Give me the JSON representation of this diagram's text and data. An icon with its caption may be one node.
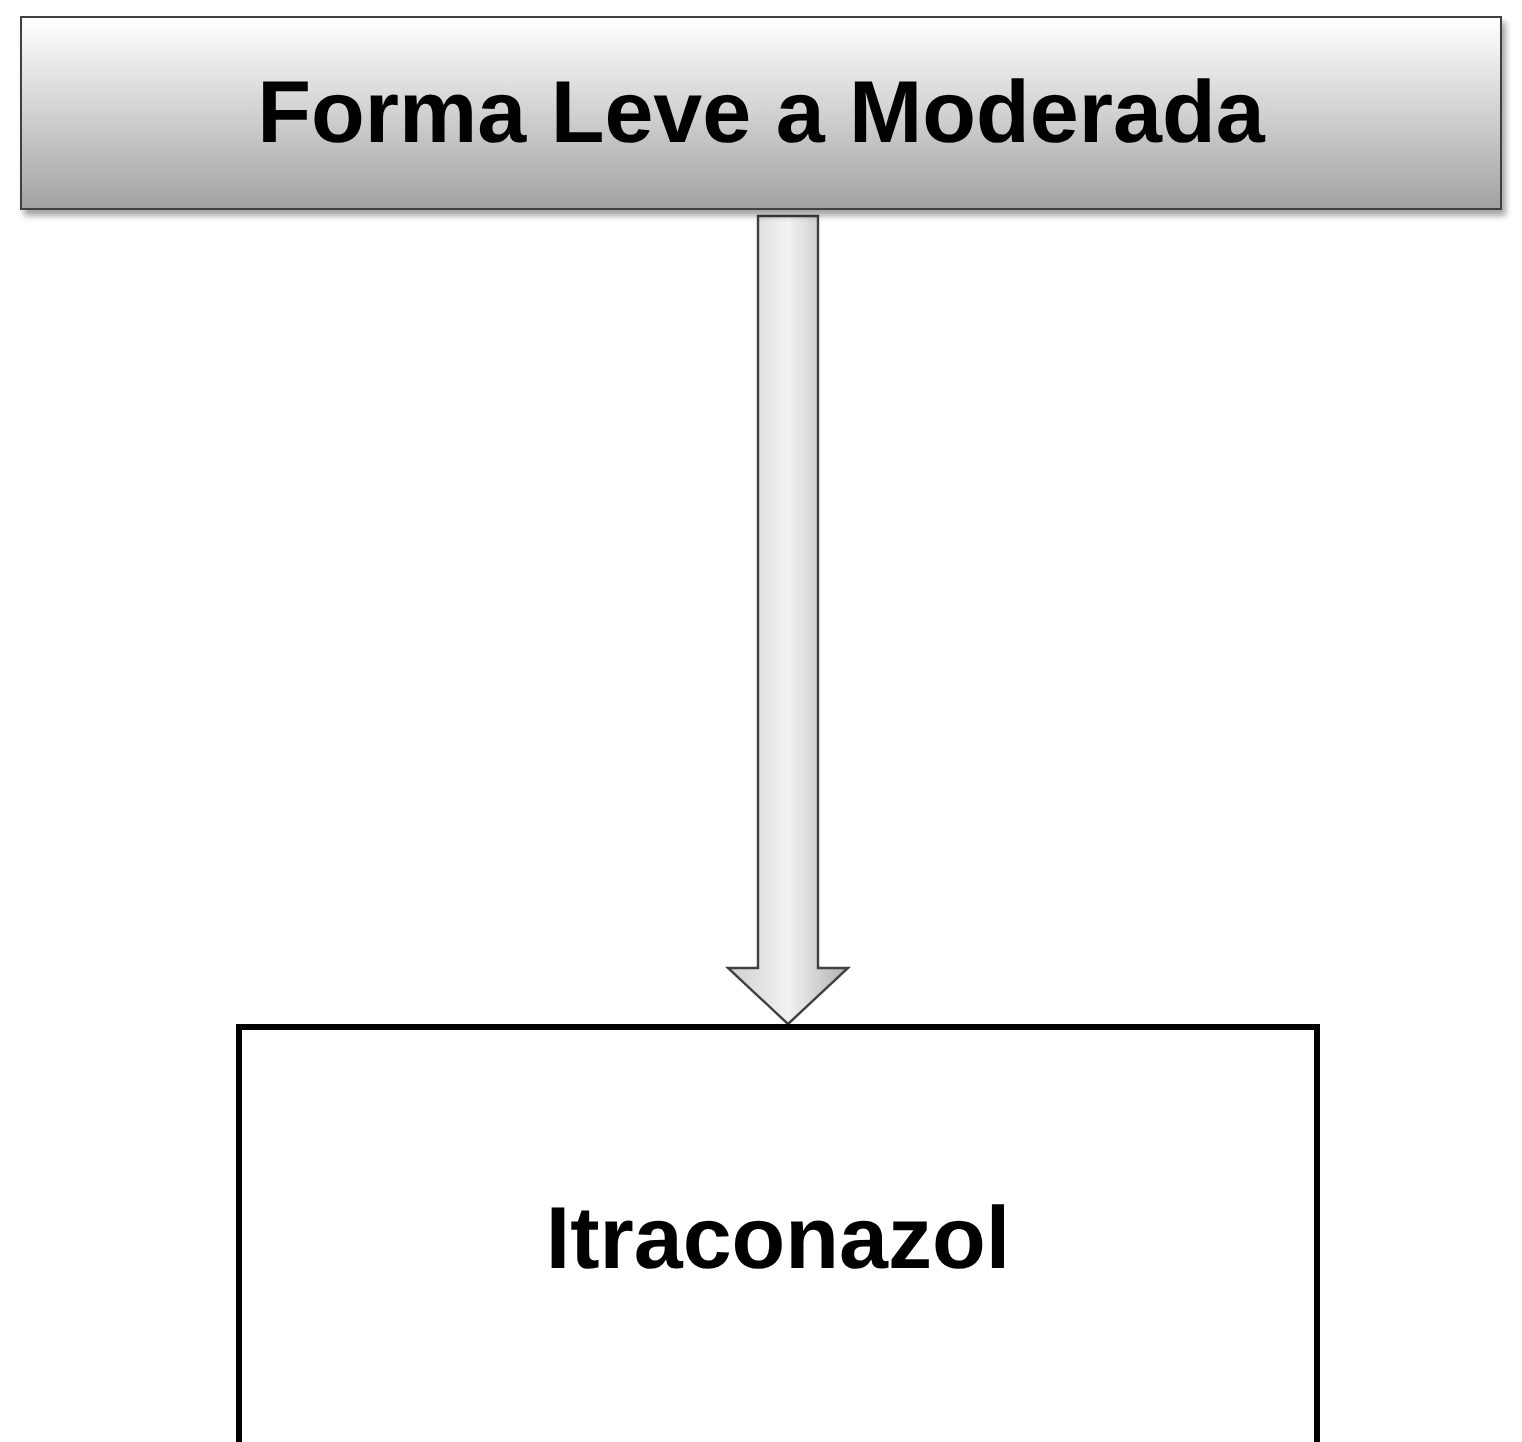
{
  "diagram": {
    "nodes": [
      {
        "text": [
          "Forma Leve a Moderada"
        ]
      },
      {
        "text": [
          "Itraconazol"
        ]
      }
    ],
    "edges": [
      {
        "from": 0,
        "to": 1,
        "arrow": "to"
      }
    ]
  }
}
